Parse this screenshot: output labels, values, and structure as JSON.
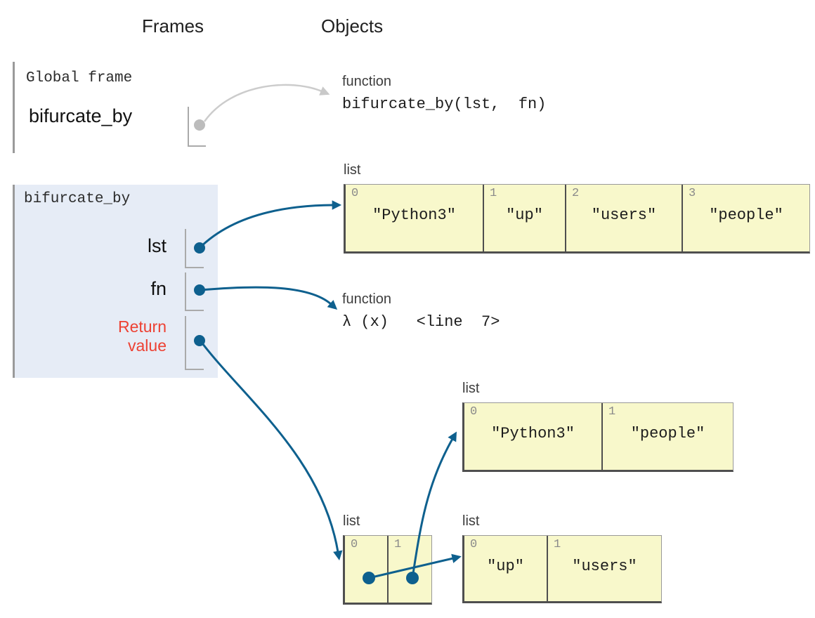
{
  "headers": {
    "frames": "Frames",
    "objects": "Objects"
  },
  "global_frame": {
    "label": "Global frame",
    "variables": [
      {
        "name": "bifurcate_by"
      }
    ]
  },
  "function_frame": {
    "label": "bifurcate_by",
    "variables": [
      {
        "name": "lst"
      },
      {
        "name": "fn"
      }
    ],
    "return_label_line1": "Return",
    "return_label_line2": "value"
  },
  "objects": {
    "functions": [
      {
        "type_label": "function",
        "signature": "bifurcate_by(lst,  fn)"
      },
      {
        "type_label": "function",
        "signature": "λ (x)   <line  7>"
      }
    ],
    "lists": [
      {
        "type_label": "list",
        "cells": [
          {
            "index": "0",
            "value": "″Python3″"
          },
          {
            "index": "1",
            "value": "″up″"
          },
          {
            "index": "2",
            "value": "″users″"
          },
          {
            "index": "3",
            "value": "″people″"
          }
        ]
      },
      {
        "type_label": "list",
        "cells": [
          {
            "index": "0",
            "value": "″Python3″"
          },
          {
            "index": "1",
            "value": "″people″"
          }
        ]
      },
      {
        "type_label": "list",
        "cells": [
          {
            "index": "0",
            "value": ""
          },
          {
            "index": "1",
            "value": ""
          }
        ]
      },
      {
        "type_label": "list",
        "cells": [
          {
            "index": "0",
            "value": "″up″"
          },
          {
            "index": "1",
            "value": "″users″"
          }
        ]
      }
    ]
  },
  "pointers": [
    {
      "from": "Global frame / bifurcate_by",
      "to": "function bifurcate_by(lst, fn)"
    },
    {
      "from": "bifurcate_by frame / lst",
      "to": "list [″Python3″, ″up″, ″users″, ″people″]"
    },
    {
      "from": "bifurcate_by frame / fn",
      "to": "function λ (x) <line 7>"
    },
    {
      "from": "bifurcate_by frame / Return value",
      "to": "list of 2 pointers"
    },
    {
      "from": "pointer list cell 0",
      "to": "list [″up″, ″users″]"
    },
    {
      "from": "pointer list cell 1",
      "to": "list [″Python3″, ″people″]"
    }
  ],
  "colors": {
    "pointer_arrow": "#0e608e",
    "reference_arrow_gray": "#cccccc",
    "frame_background": "#e6ecf6",
    "cell_background": "#f8f8cb",
    "return_label_red": "#ed4133",
    "index_gray": "#8a8a8a"
  }
}
